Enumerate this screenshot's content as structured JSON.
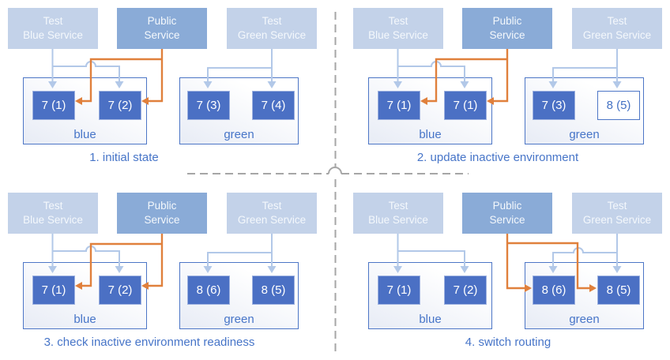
{
  "colors": {
    "service_test_bg": "#c3d2e9",
    "service_public_bg": "#8aabd7",
    "service_text": "#f4f8fc",
    "pod_bg": "#4b70c4",
    "pod_border": "#9db1e0",
    "pod_text": "#ffffff",
    "pod_new_bg": "#ffffff",
    "pod_new_border": "#4d76c6",
    "pod_new_text": "#4472c4",
    "env_border": "#4d76c6",
    "blue_text": "#4775c8",
    "arrow_light": "#b2c8e8",
    "arrow_orange": "#e0803c",
    "divider_gray": "#a6a6a6"
  },
  "panels": [
    {
      "caption": "1. initial state",
      "services": {
        "test_blue": {
          "line1": "Test",
          "line2": "Blue Service"
        },
        "public": {
          "line1": "Public",
          "line2": "Service"
        },
        "test_green": {
          "line1": "Test",
          "line2": "Green Service"
        }
      },
      "environments": {
        "blue": {
          "label": "blue",
          "pods": [
            {
              "label": "7 (1)",
              "style": "filled"
            },
            {
              "label": "7 (2)",
              "style": "filled"
            }
          ]
        },
        "green": {
          "label": "green",
          "pods": [
            {
              "label": "7 (3)",
              "style": "filled"
            },
            {
              "label": "7 (4)",
              "style": "filled"
            }
          ]
        }
      },
      "public_route_target": "blue"
    },
    {
      "caption": "2. update inactive environment",
      "services": {
        "test_blue": {
          "line1": "Test",
          "line2": "Blue Service"
        },
        "public": {
          "line1": "Public",
          "line2": "Service"
        },
        "test_green": {
          "line1": "Test",
          "line2": "Green Service"
        }
      },
      "environments": {
        "blue": {
          "label": "blue",
          "pods": [
            {
              "label": "7 (1)",
              "style": "filled"
            },
            {
              "label": "7 (1)",
              "style": "filled"
            }
          ]
        },
        "green": {
          "label": "green",
          "pods": [
            {
              "label": "7 (3)",
              "style": "filled"
            },
            {
              "label": "8 (5)",
              "style": "outline"
            }
          ]
        }
      },
      "public_route_target": "blue"
    },
    {
      "caption": "3. check inactive environment readiness",
      "services": {
        "test_blue": {
          "line1": "Test",
          "line2": "Blue Service"
        },
        "public": {
          "line1": "Public",
          "line2": "Service"
        },
        "test_green": {
          "line1": "Test",
          "line2": "Green Service"
        }
      },
      "environments": {
        "blue": {
          "label": "blue",
          "pods": [
            {
              "label": "7 (1)",
              "style": "filled"
            },
            {
              "label": "7 (2)",
              "style": "filled"
            }
          ]
        },
        "green": {
          "label": "green",
          "pods": [
            {
              "label": "8 (6)",
              "style": "filled"
            },
            {
              "label": "8 (5)",
              "style": "filled"
            }
          ]
        }
      },
      "public_route_target": "blue"
    },
    {
      "caption": "4. switch routing",
      "services": {
        "test_blue": {
          "line1": "Test",
          "line2": "Blue Service"
        },
        "public": {
          "line1": "Public",
          "line2": "Service"
        },
        "test_green": {
          "line1": "Test",
          "line2": "Green Service"
        }
      },
      "environments": {
        "blue": {
          "label": "blue",
          "pods": [
            {
              "label": "7 (1)",
              "style": "filled"
            },
            {
              "label": "7 (2)",
              "style": "filled"
            }
          ]
        },
        "green": {
          "label": "green",
          "pods": [
            {
              "label": "8 (6)",
              "style": "filled"
            },
            {
              "label": "8 (5)",
              "style": "filled"
            }
          ]
        }
      },
      "public_route_target": "green"
    }
  ]
}
